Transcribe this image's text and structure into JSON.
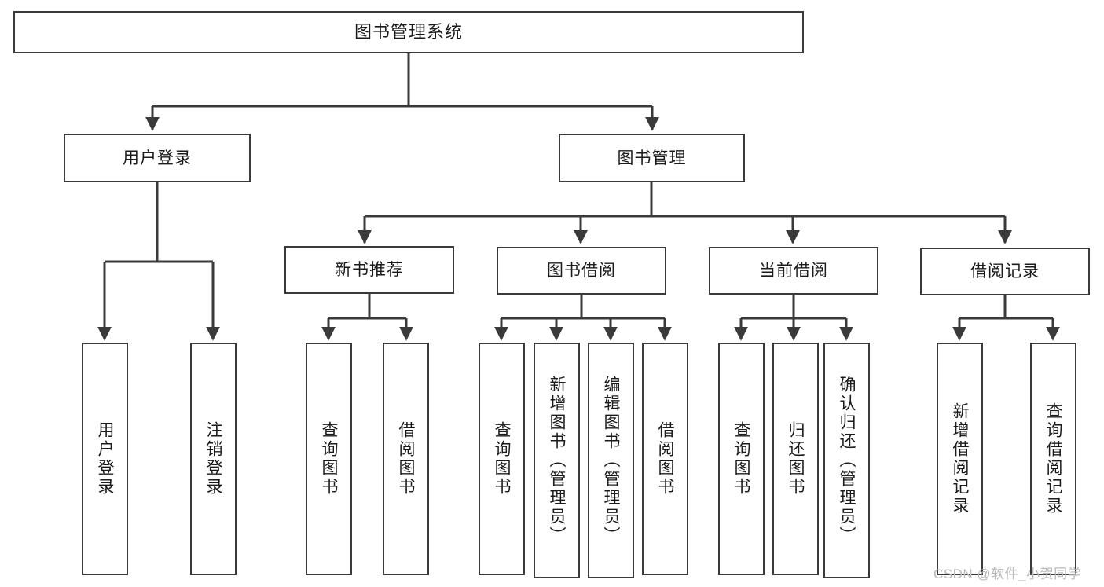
{
  "diagram": {
    "title": "图书管理系统",
    "type": "hierarchy-tree",
    "colors": {
      "stroke": "#3a3a3a",
      "fill": "#ffffff",
      "text": "#1b1b1b",
      "watermark": "#b9b9b9"
    },
    "root": {
      "label": "图书管理系统"
    },
    "level2": [
      {
        "label": "用户登录"
      },
      {
        "label": "图书管理"
      }
    ],
    "level3": [
      {
        "label": "新书推荐"
      },
      {
        "label": "图书借阅"
      },
      {
        "label": "当前借阅"
      },
      {
        "label": "借阅记录"
      }
    ],
    "leaves": {
      "user_login": [
        {
          "label": "用户登录"
        },
        {
          "label": "注销登录"
        }
      ],
      "new_book_recommend": [
        {
          "label": "查询图书"
        },
        {
          "label": "借阅图书"
        }
      ],
      "book_borrow": [
        {
          "label": "查询图书"
        },
        {
          "label": "新增图书（管理员）"
        },
        {
          "label": "编辑图书（管理员）"
        },
        {
          "label": "借阅图书"
        }
      ],
      "current_borrow": [
        {
          "label": "查询图书"
        },
        {
          "label": "归还图书"
        },
        {
          "label": "确认归还（管理员）"
        }
      ],
      "borrow_record": [
        {
          "label": "新增借阅记录"
        },
        {
          "label": "查询借阅记录"
        }
      ]
    }
  },
  "watermark": {
    "text": "CSDN @软件_小贺同学"
  }
}
